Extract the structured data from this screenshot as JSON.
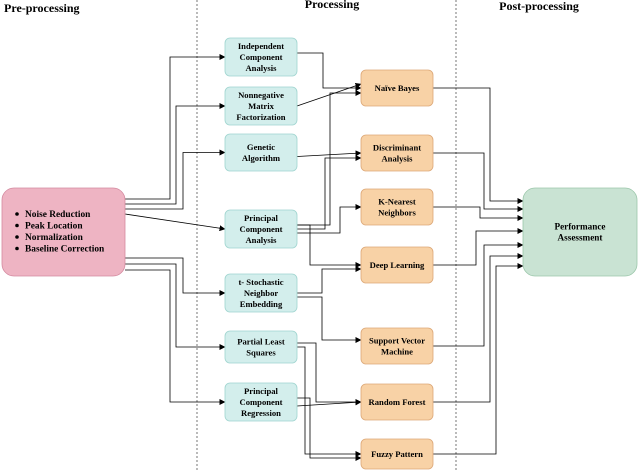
{
  "phases": {
    "pre": "Pre-processing",
    "proc": "Processing",
    "post": "Post-processing"
  },
  "preprocessing": {
    "items": [
      "Noise Reduction",
      "Peak Location",
      "Normalization",
      "Baseline Correction"
    ]
  },
  "methods": [
    {
      "id": "ica",
      "lines": [
        "Independent",
        "Component",
        "Analysis"
      ]
    },
    {
      "id": "nmf",
      "lines": [
        "Nonnegative",
        "Matrix",
        "Factorization"
      ]
    },
    {
      "id": "ga",
      "lines": [
        "Genetic",
        "Algorithm"
      ]
    },
    {
      "id": "pca",
      "lines": [
        "Principal",
        "Component",
        "Analysis"
      ]
    },
    {
      "id": "tsne",
      "lines": [
        "t- Stochastic",
        "Neighbor",
        "Embedding"
      ]
    },
    {
      "id": "pls",
      "lines": [
        "Partial Least",
        "Squares"
      ]
    },
    {
      "id": "pcr",
      "lines": [
        "Principal",
        "Component",
        "Regression"
      ]
    }
  ],
  "classifiers": [
    {
      "id": "nb",
      "lines": [
        "Naïve Bayes"
      ]
    },
    {
      "id": "da",
      "lines": [
        "Discriminant",
        "Analysis"
      ]
    },
    {
      "id": "knn",
      "lines": [
        "K-Nearest",
        "Neighbors"
      ]
    },
    {
      "id": "dl",
      "lines": [
        "Deep Learning"
      ]
    },
    {
      "id": "svm",
      "lines": [
        "Support Vector",
        "Machine"
      ]
    },
    {
      "id": "rf",
      "lines": [
        "Random Forest"
      ]
    },
    {
      "id": "fp",
      "lines": [
        "Fuzzy Pattern"
      ]
    }
  ],
  "performance": {
    "lines": [
      "Performance",
      "Assessment"
    ]
  },
  "colors": {
    "pre_fill": "#eeb4c3",
    "pre_stroke": "#d48aa0",
    "method_fill": "#d3eeec",
    "method_stroke": "#9fd4cf",
    "classifier_fill": "#f8d2a6",
    "classifier_stroke": "#dca777",
    "perf_fill": "#c9e3d3",
    "perf_stroke": "#9cc7ab"
  }
}
